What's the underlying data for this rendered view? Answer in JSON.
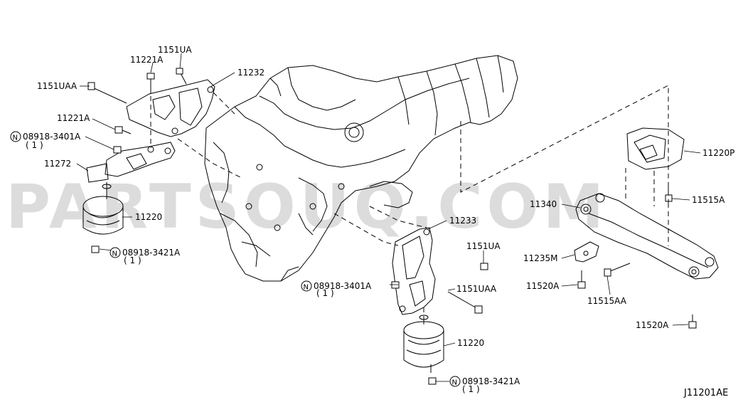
{
  "watermark": "PARTSOUQ.COM",
  "diagram_code": "J11201AE",
  "labels": {
    "p_1151uaa_top": "1151UAA",
    "p_1151ua_top": "1151UA",
    "p_11221a_top": "11221A",
    "p_11232": "11232",
    "p_11221a_mid": "11221A",
    "p_08918_3401a_left": "08918-3401A",
    "p_08918_3401a_left_qty": "( 1 )",
    "p_11272": "11272",
    "p_11220_left": "11220",
    "p_08918_3421a_left": "08918-3421A",
    "p_08918_3421a_left_qty": "( 1 )",
    "p_11233": "11233",
    "p_1151ua_right": "1151UA",
    "p_08918_3401a_mid": "08918-3401A",
    "p_08918_3401a_mid_qty": "( 1 )",
    "p_1151uaa_right": "1151UAA",
    "p_11220_center": "11220",
    "p_08918_3421a_bottom": "08918-3421A",
    "p_08918_3421a_bottom_qty": "( 1 )",
    "p_11220p": "11220P",
    "p_11515a": "11515A",
    "p_11340": "11340",
    "p_11235m": "11235M",
    "p_11520a_left": "11520A",
    "p_11515aa": "11515AA",
    "p_11520a_right": "11520A"
  },
  "n_symbol": "N"
}
